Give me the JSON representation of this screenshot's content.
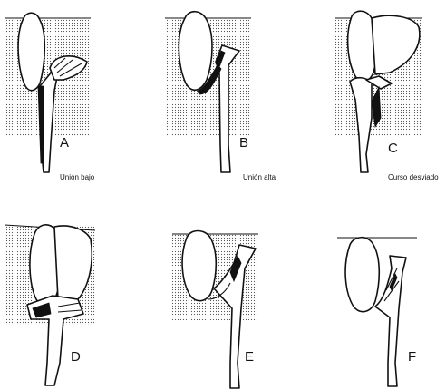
{
  "panels": [
    {
      "letter": "A",
      "caption": "Unión bajo"
    },
    {
      "letter": "B",
      "caption": "Unión alta"
    },
    {
      "letter": "C",
      "caption": "Curso desviado"
    },
    {
      "letter": "D",
      "caption": ""
    },
    {
      "letter": "E",
      "caption": ""
    },
    {
      "letter": "F",
      "caption": ""
    }
  ]
}
